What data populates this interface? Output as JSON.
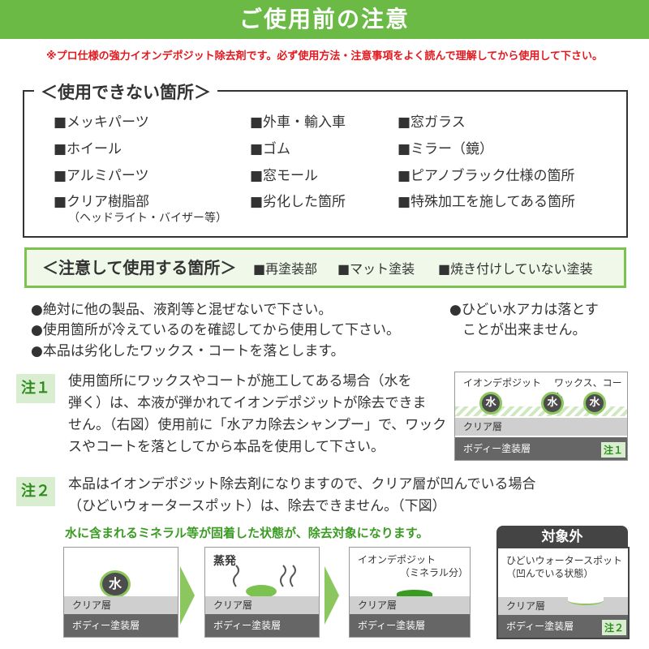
{
  "header": {
    "title": "ご使用前の注意"
  },
  "warning": "※プロ仕様の強力イオンデポジット除去剤です。必ず使用方法・注意事項をよく読んで理解してから使用して下さい。",
  "unusable": {
    "title": "＜使用できない箇所＞",
    "col1": [
      "■メッキパーツ",
      "■ホイール",
      "■アルミパーツ",
      "■クリア樹脂部"
    ],
    "col1_sub": "（ヘッドライト・バイザー等）",
    "col2": [
      "■外車・輸入車",
      "■ゴム",
      "■窓モール",
      "■劣化した箇所"
    ],
    "col3": [
      "■窓ガラス",
      "■ミラー（鏡）",
      "■ピアノブラック仕様の箇所",
      "■特殊加工を施してある箇所"
    ]
  },
  "caution": {
    "title": "＜注意して使用する箇所＞",
    "items": [
      "■再塗装部",
      "■マット塗装",
      "■焼き付けしていない塗装"
    ]
  },
  "bullets": [
    "●絶対に他の製品、液剤等と混ぜないで下さい。",
    "●使用箇所が冷えているのを確認してから使用して下さい。",
    "●本品は劣化したワックス・コートを落とします。"
  ],
  "bullet_right": [
    "●ひどい水アカは落とす",
    "ことが出来ません。"
  ],
  "note1": {
    "tag": "注１",
    "lines": [
      "使用箇所にワックスやコートが施工してある場合（水を",
      "弾く）は、本液が弾かれてイオンデポジットが除去できま",
      "せん。（右図）使用前に「水アカ除去シャンプー」で、ワック",
      "スやコートを落としてから本品を使用して下さい。"
    ],
    "diagram": {
      "label_deposit": "イオンデポジット",
      "label_wax": "ワックス、コート",
      "water": "水",
      "clear": "クリア層",
      "body": "ボディー塗装層",
      "tag": "注１"
    }
  },
  "note2": {
    "tag": "注２",
    "lines": [
      "本品はイオンデポジット除去剤になりますので、クリア層が凹んでいる場合",
      "（ひどいウォータースポット）は、除去できません。（下図）"
    ],
    "green": "水に含まれるミネラル等が固着した状態が、除去対象になります。",
    "panels": {
      "water": "水",
      "evap": "蒸発",
      "deposit": "イオンデポジット",
      "mineral": "（ミネラル分）",
      "excluded": "対象外",
      "spot": "ひどいウォータースポット",
      "dent": "（凹んでいる状態）",
      "clear": "クリア層",
      "body": "ボディー塗装層",
      "tag": "注２"
    }
  }
}
